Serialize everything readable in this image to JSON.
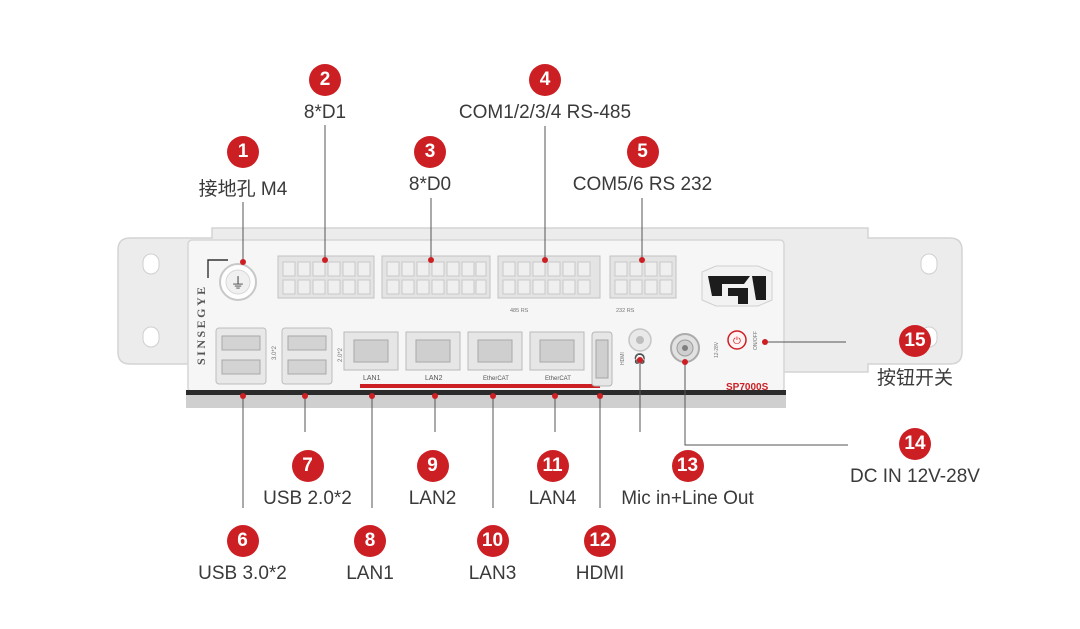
{
  "device": {
    "brand": "SINSEGYE",
    "model": "SP7000S",
    "com_labels": [
      "485 RS",
      "232 RS"
    ],
    "button_label": "ON/OFF",
    "dc_label": "12-28V",
    "hdmi_label": "HDMI",
    "usb2_label": "2.0*2",
    "usb3_label": "3.0*2",
    "lan_labels": [
      "LAN1",
      "LAN2",
      "EtherCAT",
      "EtherCAT"
    ]
  },
  "callouts": [
    {
      "num": "1",
      "label": "接地孔 M4"
    },
    {
      "num": "2",
      "label": "8*D1"
    },
    {
      "num": "3",
      "label": "8*D0"
    },
    {
      "num": "4",
      "label": "COM1/2/3/4 RS-485"
    },
    {
      "num": "5",
      "label": "COM5/6  RS 232"
    },
    {
      "num": "6",
      "label": "USB  3.0*2"
    },
    {
      "num": "7",
      "label": "USB  2.0*2"
    },
    {
      "num": "8",
      "label": "LAN1"
    },
    {
      "num": "9",
      "label": "LAN2"
    },
    {
      "num": "10",
      "label": "LAN3"
    },
    {
      "num": "11",
      "label": "LAN4"
    },
    {
      "num": "12",
      "label": "HDMI"
    },
    {
      "num": "13",
      "label": "Mic in+Line Out"
    },
    {
      "num": "14",
      "label": "DC IN  12V-28V"
    },
    {
      "num": "15",
      "label": "按钮开关"
    }
  ],
  "colors": {
    "accent": "#cc1f24",
    "body": "#f4f4f4",
    "bracket": "#e9e9e9",
    "text": "#3a3a3a"
  }
}
